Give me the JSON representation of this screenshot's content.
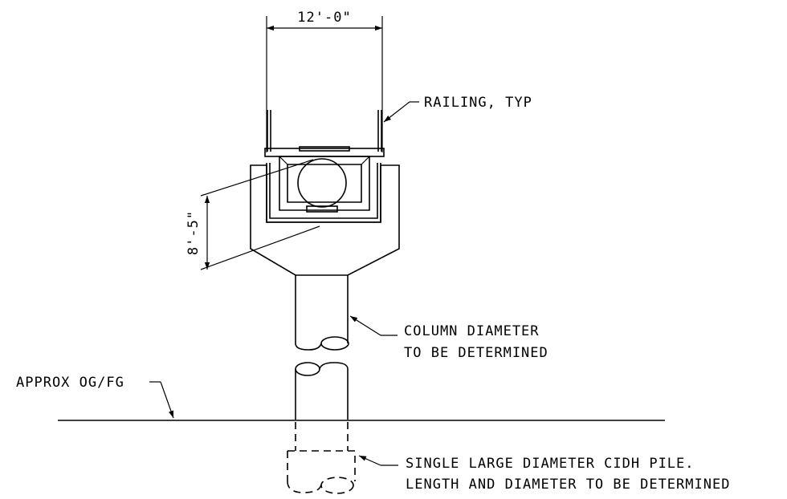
{
  "dimensions": {
    "width": "12'-0\"",
    "height": "8'-5\""
  },
  "callouts": {
    "railing": "RAILING, TYP",
    "column_line1": "COLUMN DIAMETER",
    "column_line2": "TO BE DETERMINED",
    "ground": "APPROX OG/FG",
    "pile_line1": "SINGLE LARGE DIAMETER CIDH PILE.",
    "pile_line2": "LENGTH AND DIAMETER TO BE DETERMINED"
  }
}
